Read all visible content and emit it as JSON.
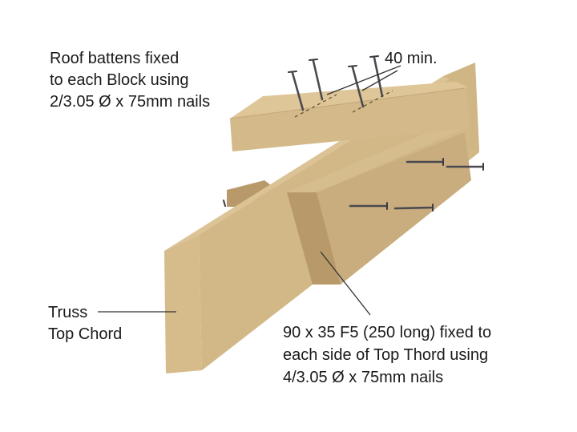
{
  "labels": {
    "battens": [
      "Roof battens fixed",
      "to each Block using",
      "2/3.05 Ø x 75mm nails"
    ],
    "spacing": "40 min.",
    "chord": [
      "Truss",
      "Top Chord"
    ],
    "block": [
      "90 x 35 F5 (250 long) fixed to",
      "each side of Top Thord using",
      "4/3.05 Ø x 75mm nails"
    ]
  },
  "colors": {
    "wood_light": "#d8bd8c",
    "wood_mid": "#cbb083",
    "wood_dark": "#b89a6a",
    "nail": "#4a4a50"
  }
}
